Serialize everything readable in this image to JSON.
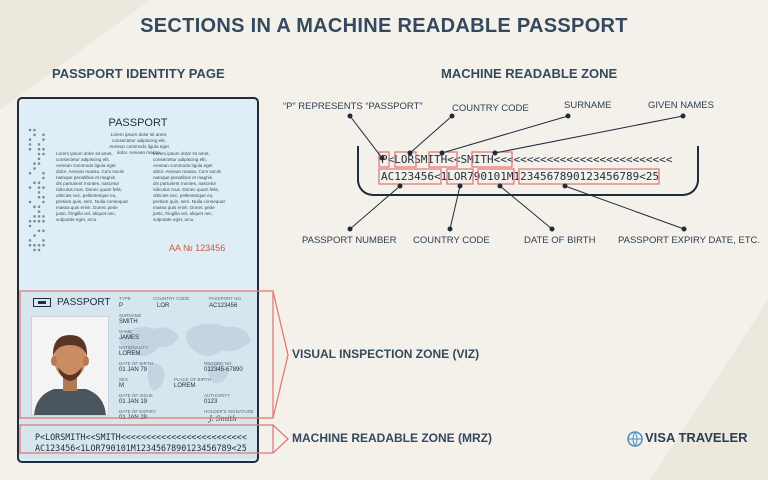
{
  "title": "SECTIONS IN A MACHINE READABLE PASSPORT",
  "left_heading": "PASSPORT IDENTITY PAGE",
  "right_heading": "MACHINE READABLE ZONE",
  "passport": {
    "header": "PASSPORT",
    "lorem_intro": "Lorem ipsum dolor sit amet,\nconsectetur adipiscing elit.\nAenean commodo ligula eget\ndolor. Aenean massa.",
    "lorem_col": "Lorem ipsum dolor sit amet,\nconsectetur adipiscing elit.\nAenean commodo ligula eget\ndolor. Aenean massa. Cum sociis\nnatoque penatibus et magnis\ndis parturient montes, nascetur\nridiculus mus. Donec quam felis,\nultricies nec, pellentesque eu,\npretium quis, sem. Nulla consequat\nmassa quis enim. Donec pede\njusto, fringilla vel, aliquet nec,\nvulputate eget, arcu.",
    "number": "AA № 123456",
    "bio_title": "PASSPORT",
    "fields": {
      "type_label": "TYPE",
      "type": "P",
      "country_label": "COUNTRY CODE",
      "country": "LOR",
      "passno_label": "PASSPORT NO.",
      "passno": "AC123456",
      "surname_label": "SURNAME",
      "surname": "SMITH",
      "name_label": "NAME",
      "name": "JAMES",
      "nationality_label": "NATIONALITY",
      "nationality": "LOREM",
      "dob_label": "DATE OF BIRTH",
      "dob": "01 JAN 79",
      "record_label": "RECORD NO.",
      "record": "012345-67890",
      "sex_label": "SEX",
      "sex": "M",
      "pob_label": "PLACE OF BIRTH",
      "pob": "LOREM",
      "issue_label": "DATE OF ISSUE",
      "issue": "01 JAN 19",
      "authority_label": "AUTHORITY",
      "authority": "0123",
      "expiry_label": "DATE OF EXPIRY",
      "expiry": "01 JAN 29",
      "signature_label": "HOLDER'S SIGNATURE",
      "signature": "J. Smith"
    },
    "mrz_line1": "P<LORSMITH<<SMITH<<<<<<<<<<<<<<<<<<<<<<<<<",
    "mrz_line2": "AC123456<1LOR790101M1234567890123456789<25"
  },
  "zones": {
    "viz": "VISUAL INSPECTION ZONE (VIZ)",
    "mrz": "MACHINE READABLE ZONE (MRZ)"
  },
  "mrz_zoom": {
    "line1": "P<LORSMITH<<SMITH<<<<<<<<<<<<<<<<<<<<<<<<<<<",
    "line2": "AC123456<1LOR790101M1234567890123456789<25"
  },
  "callouts": {
    "p_represents": "“P” REPRESENTS “PASSPORT”",
    "country_code_top": "COUNTRY CODE",
    "surname": "SURNAME",
    "given_names": "GIVEN NAMES",
    "passport_number": "PASSPORT NUMBER",
    "country_code_bottom": "COUNTRY CODE",
    "date_of_birth": "DATE OF BIRTH",
    "expiry": "PASSPORT EXPIRY DATE, ETC."
  },
  "brand": "VISA TRAVELER",
  "colors": {
    "highlight": "#e07a7a",
    "ink": "#1e2c3c",
    "heading": "#34495e",
    "passport_bg": "#dfeef6",
    "accent_number": "#d0553a"
  }
}
